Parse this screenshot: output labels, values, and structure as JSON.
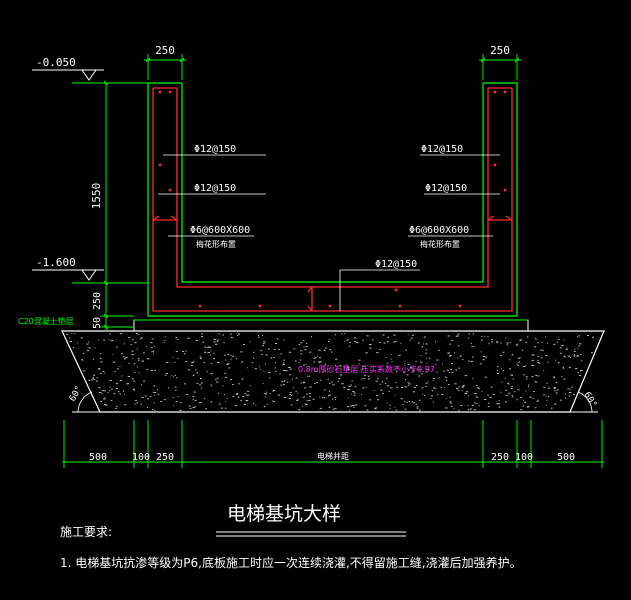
{
  "colors": {
    "background": "#000000",
    "structure": "#ffffff",
    "rebar_outline": "#ff2a2a",
    "dimension": "#00ff00",
    "label": "#ffffff",
    "title": "#ffffff",
    "note_magenta": "#ff33ff",
    "accent_green": "#00ff00"
  },
  "elevations": {
    "top": "-0.050",
    "bottom": "-1.600"
  },
  "dims_vertical": {
    "wall_height": "1550",
    "slab": "250",
    "cushion": "50"
  },
  "dims_top": {
    "left_wall": "250",
    "right_wall": "250"
  },
  "rebar": {
    "left_1": "Φ12@150",
    "left_2": "Φ12@150",
    "left_3": "Φ6@600X600",
    "left_3_sub": "梅花形布置",
    "right_1": "Φ12@150",
    "right_2": "Φ12@150",
    "right_3": "Φ6@600X600",
    "right_3_sub": "梅花形布置",
    "slab": "Φ12@150"
  },
  "labels": {
    "cushion": "C20混凝土垫层",
    "fill_note": "0.8m厚砂石垫层 压实系数不小于0.97",
    "angle_left": "60°",
    "angle_right": "60°",
    "pit_width": "电梯井距"
  },
  "dims_bottom": [
    "500",
    "100",
    "250",
    "250",
    "100",
    "500"
  ],
  "title": "电梯基坑大样",
  "notes": {
    "heading": "施工要求:",
    "item1": "1. 电梯基坑抗渗等级为P6,底板施工时应一次连续浇灌,不得留施工缝,浇灌后加强养护。"
  }
}
